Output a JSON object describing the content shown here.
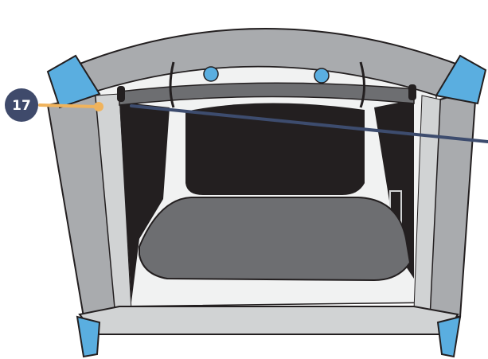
{
  "callout": {
    "number": "17"
  },
  "colors": {
    "accent_blue": "#5aaee0",
    "frame_grey": "#a9abae",
    "frame_light": "#d1d3d4",
    "fabric_white": "#f1f2f2",
    "mesh_dark": "#231f20",
    "floor_grey": "#6d6e71",
    "callout_navy": "#3f4a6b",
    "leader_orange": "#f0b35c",
    "pointer_navy": "#3d4c6e",
    "outline": "#231f20"
  },
  "icons": {
    "left_corner": "blue-corner-cap",
    "right_corner": "blue-corner-cap",
    "fasteners": "snap-button"
  }
}
